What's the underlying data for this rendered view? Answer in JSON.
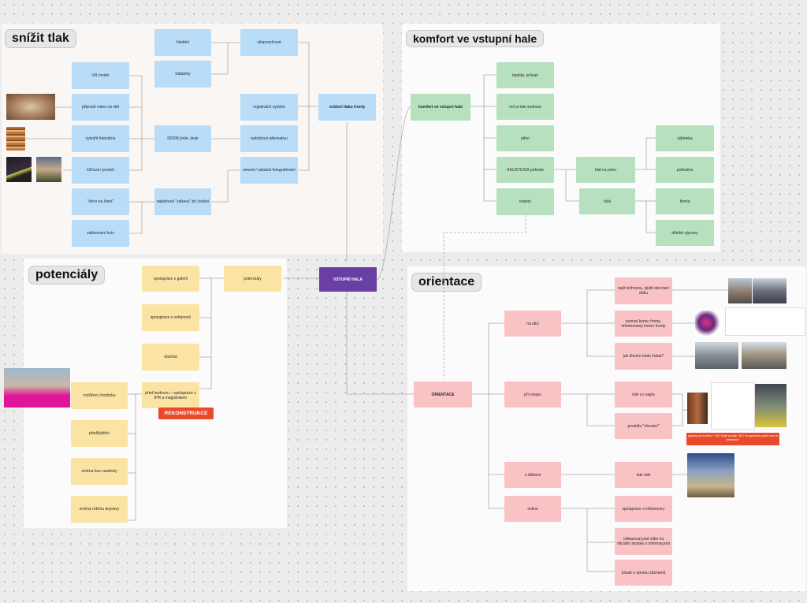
{
  "sections": {
    "snizit": "snížit tlak",
    "komfort": "komfort ve vstupní hale",
    "potencialy": "potenciály",
    "orientace": "orientace"
  },
  "nodes": {
    "center": "VSTUPNÍ HALA",
    "snizeni": "snížení tlaku fronty",
    "vsepozornost": "všepozyčnost",
    "hladani": "hledání",
    "hadanky": "hádanky",
    "registracni": "registrační systém",
    "nabidnout_alt": "nabídnout alternativu",
    "omezit": "omezit / zakázat fotografování",
    "vr": "VR model",
    "video": "připravit video na stěl",
    "fotostena": "vytvořit fotostěnu",
    "klicova": "klíčová i prožeti",
    "idiom": "IDIOM jinde, jinak",
    "nacto": "\"něco na čtení\"",
    "nabidnout_zabavu": "nabídnout \"zábavu\" při čekání",
    "kviz": "zážemozní kvíz",
    "komfort_node": "komfort ve vstupní hale",
    "teplota": "teplota, průvan",
    "sednout": "mít si kde sednout",
    "piti": "pitko",
    "akustika": "AKUSTICKÁ pohoda",
    "toalety": "toalety",
    "klid": "klid na práci",
    "hluk": "hluk",
    "vyjimeka": "výjimeka",
    "pokladna": "pokladna",
    "fronta": "fronta",
    "detske": "dětské výpravy",
    "potencialy_node": "potenciály",
    "galerie": "spolupráce s galerií",
    "verejnost": "spolupráce s veřejností",
    "obchod": "obchod",
    "pred_budovou": "před budovou – spolupráce s IPR a magistrátem",
    "chodnik": "rozšíření chodníku",
    "predlazdeni": "předláždění",
    "bus": "změna bus zastávky",
    "rezim": "změna režimu dopravy",
    "orientace_node": "ORIENTACE",
    "na_ulici": "na ulici",
    "pri_vstupu": "při vstupu",
    "s_ditetem": "s dítětem",
    "online": "online",
    "najit": "najít knihovnu, zjistit otevírací dobu",
    "poznat": "poznat konec fronty, informovaný konec fronty",
    "jak_dlouho": "jak dlouho budu čekat?",
    "kde_co": "kde co najdu",
    "pravidla": "pravidla \"chování\"",
    "kde_stat": "kde stát",
    "influencer": "spolupráce s influencery",
    "odkazovat": "odkazovat pod videi na oficiální stránky s informacemi",
    "zasah": "žásah o úpravu záznamů"
  },
  "tags": {
    "rekonstrukce": "REKONSTRUKCE"
  },
  "note": "popisy na tvořlim + WC hate dudak \"WC for general public are in entrance\"",
  "colors": {
    "blue": "#b9dcf8",
    "green": "#b7e0bf",
    "yellow": "#fbe4a3",
    "pink": "#f9c3c5",
    "center": "#6a3fa3",
    "tag": "#ea4a2c"
  }
}
